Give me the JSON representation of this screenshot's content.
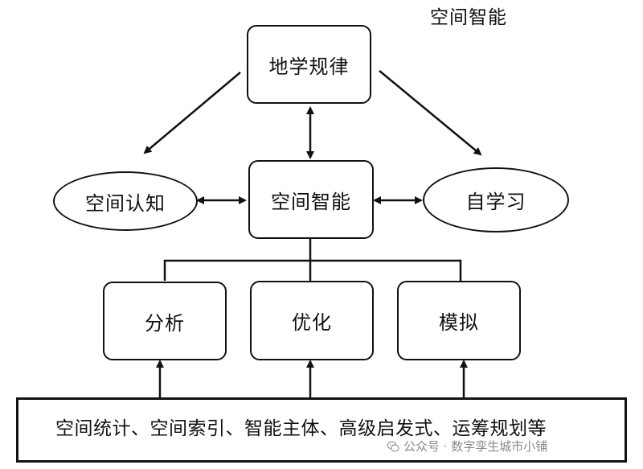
{
  "title": "空间智能",
  "nodes": {
    "top": "地学规律",
    "center": "空间智能",
    "left": "空间认知",
    "right": "自学习",
    "analysis": "分析",
    "optimization": "优化",
    "simulation": "模拟"
  },
  "bottom": {
    "text": "空间统计、空间索引、智能主体、高级启发式、运筹规划等"
  },
  "watermark": {
    "icon": "wechat-icon",
    "text": "公众号 · 数字孪生城市小铺"
  }
}
